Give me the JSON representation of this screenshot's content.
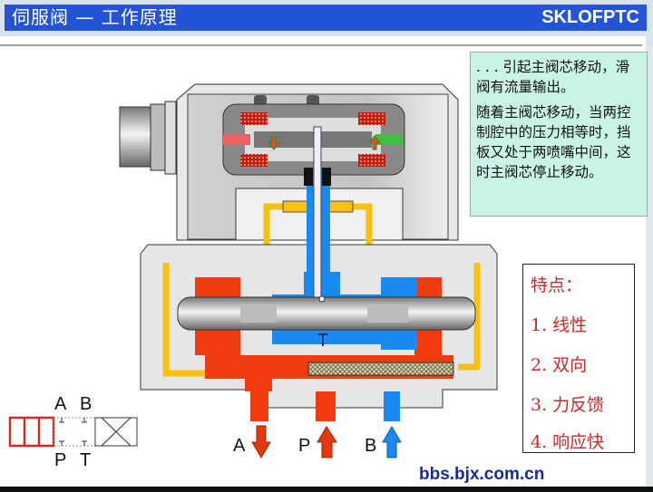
{
  "header": {
    "title": "伺服阀 — 工作原理",
    "brand": "SKLOFPTC"
  },
  "note": {
    "paragraph1": ". . .  引起主阀芯移动，滑阀有流量输出。",
    "paragraph2": "随着主阀芯移动，当两控制腔中的压力相等时，挡板又处于两喷嘴中间，这时主阀芯停止移动。"
  },
  "features": {
    "title": "特点：",
    "items": [
      "1. 线性",
      "2. 双向",
      "3. 力反馈",
      "4. 响应快"
    ]
  },
  "diagram": {
    "tank_label": "T",
    "ports": {
      "a": "A",
      "p": "P",
      "b": "B"
    },
    "colors": {
      "pressure": "#f03a10",
      "tank": "#1a8af0",
      "control": "#f8c010",
      "housing": "#c8c8c8"
    }
  },
  "symbol": {
    "top_a": "A",
    "top_b": "B",
    "bottom_p": "P",
    "bottom_t": "T"
  },
  "footer": {
    "url": "bbs.bjx.com.cn"
  }
}
